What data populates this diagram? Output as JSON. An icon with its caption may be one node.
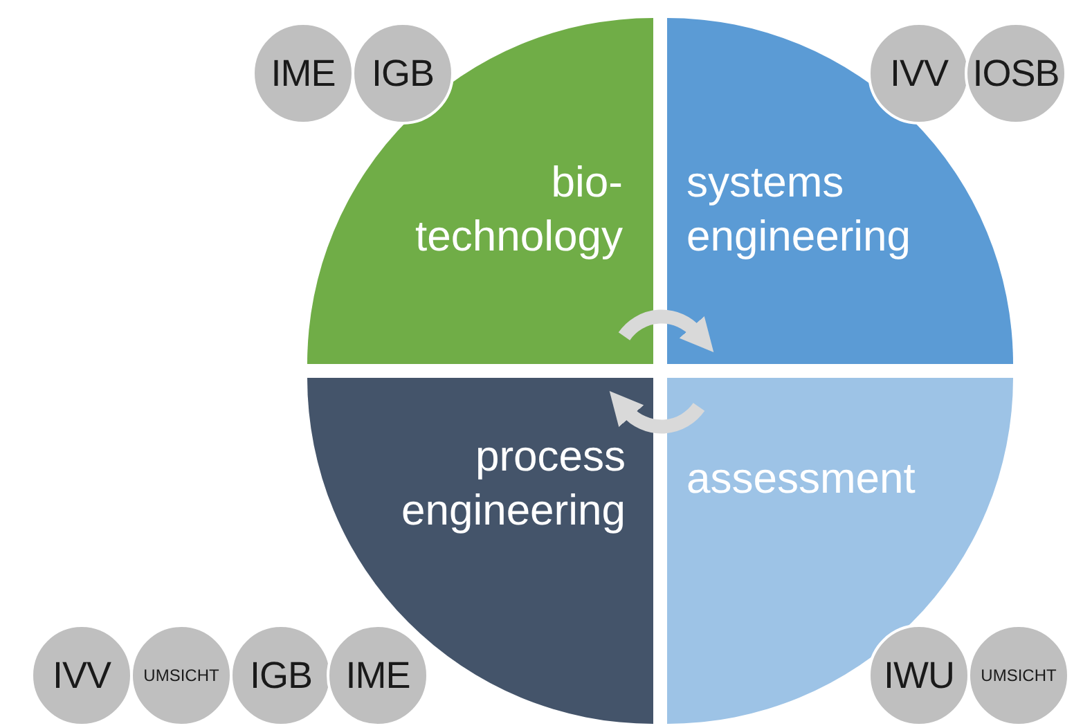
{
  "diagram": {
    "nodes": [
      {
        "text": [
          "IME"
        ]
      },
      {
        "text": [
          "IGB"
        ]
      },
      {
        "text": [
          "IVV"
        ]
      },
      {
        "text": [
          "IOSB"
        ]
      },
      {
        "text": [
          "bio- technology"
        ]
      },
      {
        "text": [
          "systems engineering"
        ]
      },
      {
        "text": [
          "process engineering"
        ]
      },
      {
        "text": [
          "assessment"
        ]
      },
      {
        "text": [
          "IVV"
        ]
      },
      {
        "text": [
          "UMSICHT"
        ]
      },
      {
        "text": [
          "IGB"
        ]
      },
      {
        "text": [
          "IME"
        ]
      },
      {
        "text": [
          "IWU"
        ]
      },
      {
        "text": [
          "UMSICHT"
        ]
      }
    ],
    "edges": [
      {
        "from": 4,
        "to": 5,
        "arrow": "to"
      },
      {
        "from": 7,
        "to": 6,
        "arrow": "to"
      }
    ]
  }
}
